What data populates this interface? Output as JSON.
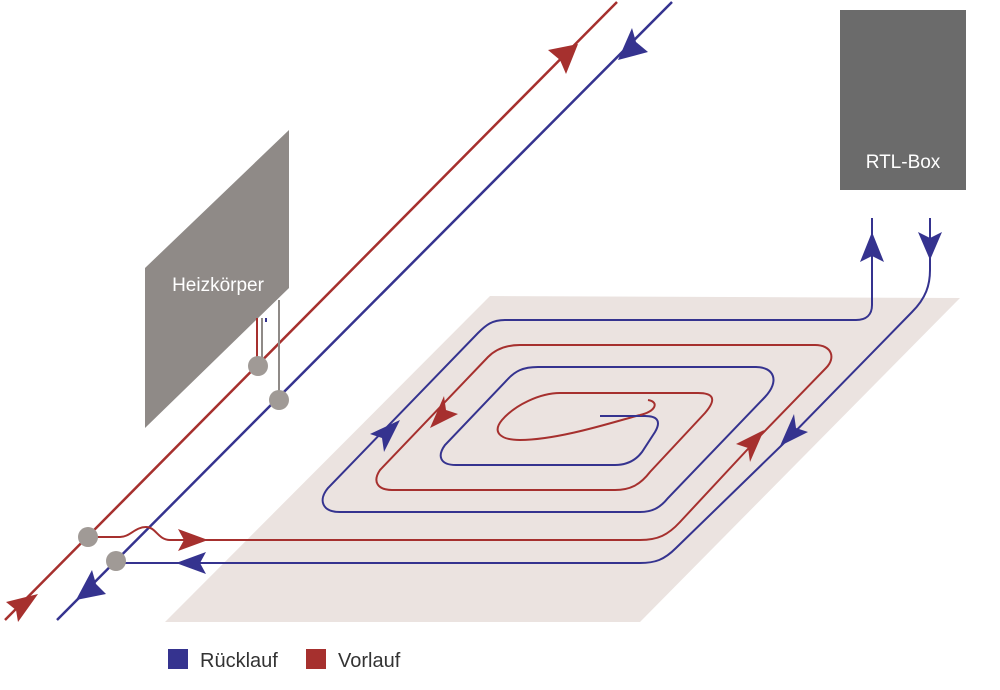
{
  "colors": {
    "ruecklauf": "#35338f",
    "vorlauf": "#a6302e",
    "floor": "#ebe3e0",
    "radiator": "#8f8a87",
    "rtl_box": "#6b6b6b",
    "valve": "#a09a96"
  },
  "labels": {
    "radiator": "Heizkörper",
    "rtl_box": "RTL-Box"
  },
  "legend": {
    "ruecklauf": "Rücklauf",
    "vorlauf": "Vorlauf"
  }
}
